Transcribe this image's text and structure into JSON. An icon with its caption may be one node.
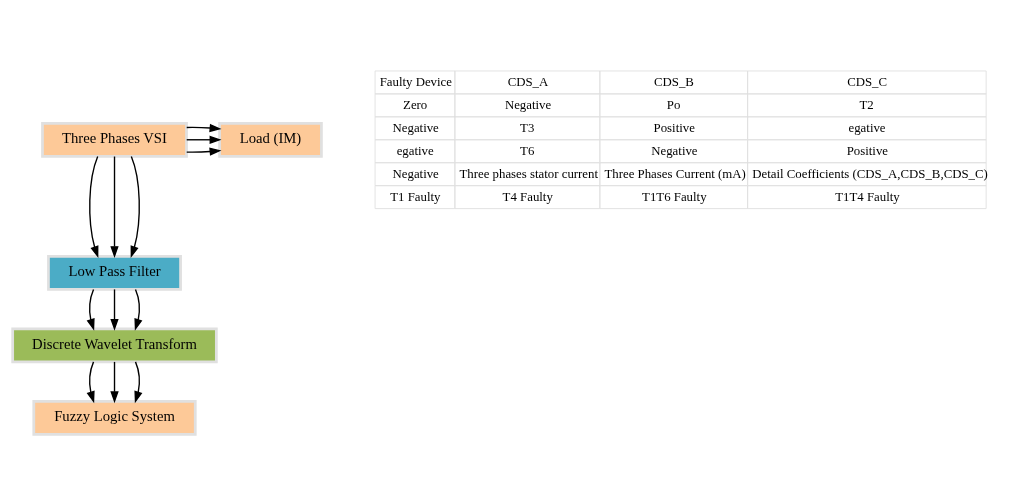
{
  "diagram": {
    "nodes": [
      {
        "text": [
          "Three Phases VSI"
        ]
      },
      {
        "text": [
          "Load (IM)"
        ]
      },
      {
        "text": [
          "Low Pass Filter"
        ]
      },
      {
        "text": [
          "Discrete Wavelet Transform"
        ]
      },
      {
        "text": [
          "Fuzzy Logic System"
        ]
      }
    ],
    "edges": [
      {
        "from": 0,
        "to": 1,
        "arrow": "to"
      },
      {
        "from": 0,
        "to": 1,
        "arrow": "to"
      },
      {
        "from": 0,
        "to": 1,
        "arrow": "to"
      },
      {
        "from": 0,
        "to": 2,
        "arrow": "to"
      },
      {
        "from": 0,
        "to": 2,
        "arrow": "to"
      },
      {
        "from": 0,
        "to": 2,
        "arrow": "to"
      },
      {
        "from": 2,
        "to": 3,
        "arrow": "to"
      },
      {
        "from": 2,
        "to": 3,
        "arrow": "to"
      },
      {
        "from": 2,
        "to": 3,
        "arrow": "to"
      },
      {
        "from": 3,
        "to": 4,
        "arrow": "to"
      },
      {
        "from": 3,
        "to": 4,
        "arrow": "to"
      },
      {
        "from": 3,
        "to": 4,
        "arrow": "to"
      }
    ],
    "labels": [
      "Faulty Device",
      "CDS_A",
      "CDS_B",
      "CDS_C",
      "Zero",
      "Negative",
      "Po",
      "T2",
      "Negative",
      "T3",
      "Positive",
      "egative",
      "egative",
      "T6",
      "Negative",
      "Positive",
      "Negative",
      "Three phases stator current",
      "Three Phases Current (mA)",
      "Detail Coefficients (CDS_A,CDS_B,CDS_C)",
      "T1 Faulty",
      "T4 Faulty",
      "T1T6 Faulty",
      "T1T4 Faulty"
    ]
  }
}
